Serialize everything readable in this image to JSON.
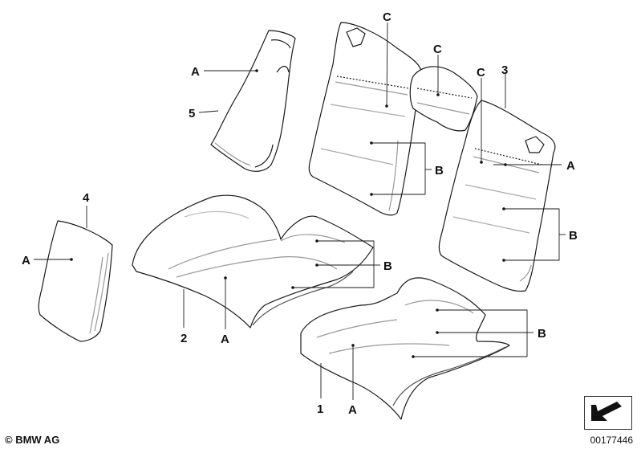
{
  "labels": {
    "c1": "C",
    "c2": "C",
    "c3": "C",
    "a_upper": "A",
    "a_right": "A",
    "a_left": "A",
    "a_front_cushion": "A",
    "a_rear_cushion": "A",
    "b_backrest_left": "B",
    "b_backrest_right": "B",
    "b_cushion_upper": "B",
    "b_cushion_lower": "B",
    "n1": "1",
    "n2": "2",
    "n3": "3",
    "n4": "4",
    "n5": "5"
  },
  "footer": {
    "copyright": "© BMW AG",
    "part_number": "00177446"
  },
  "colors": {
    "line": "#1a1a1a",
    "shade": "#c8c8c8",
    "face": "#ffffff"
  }
}
